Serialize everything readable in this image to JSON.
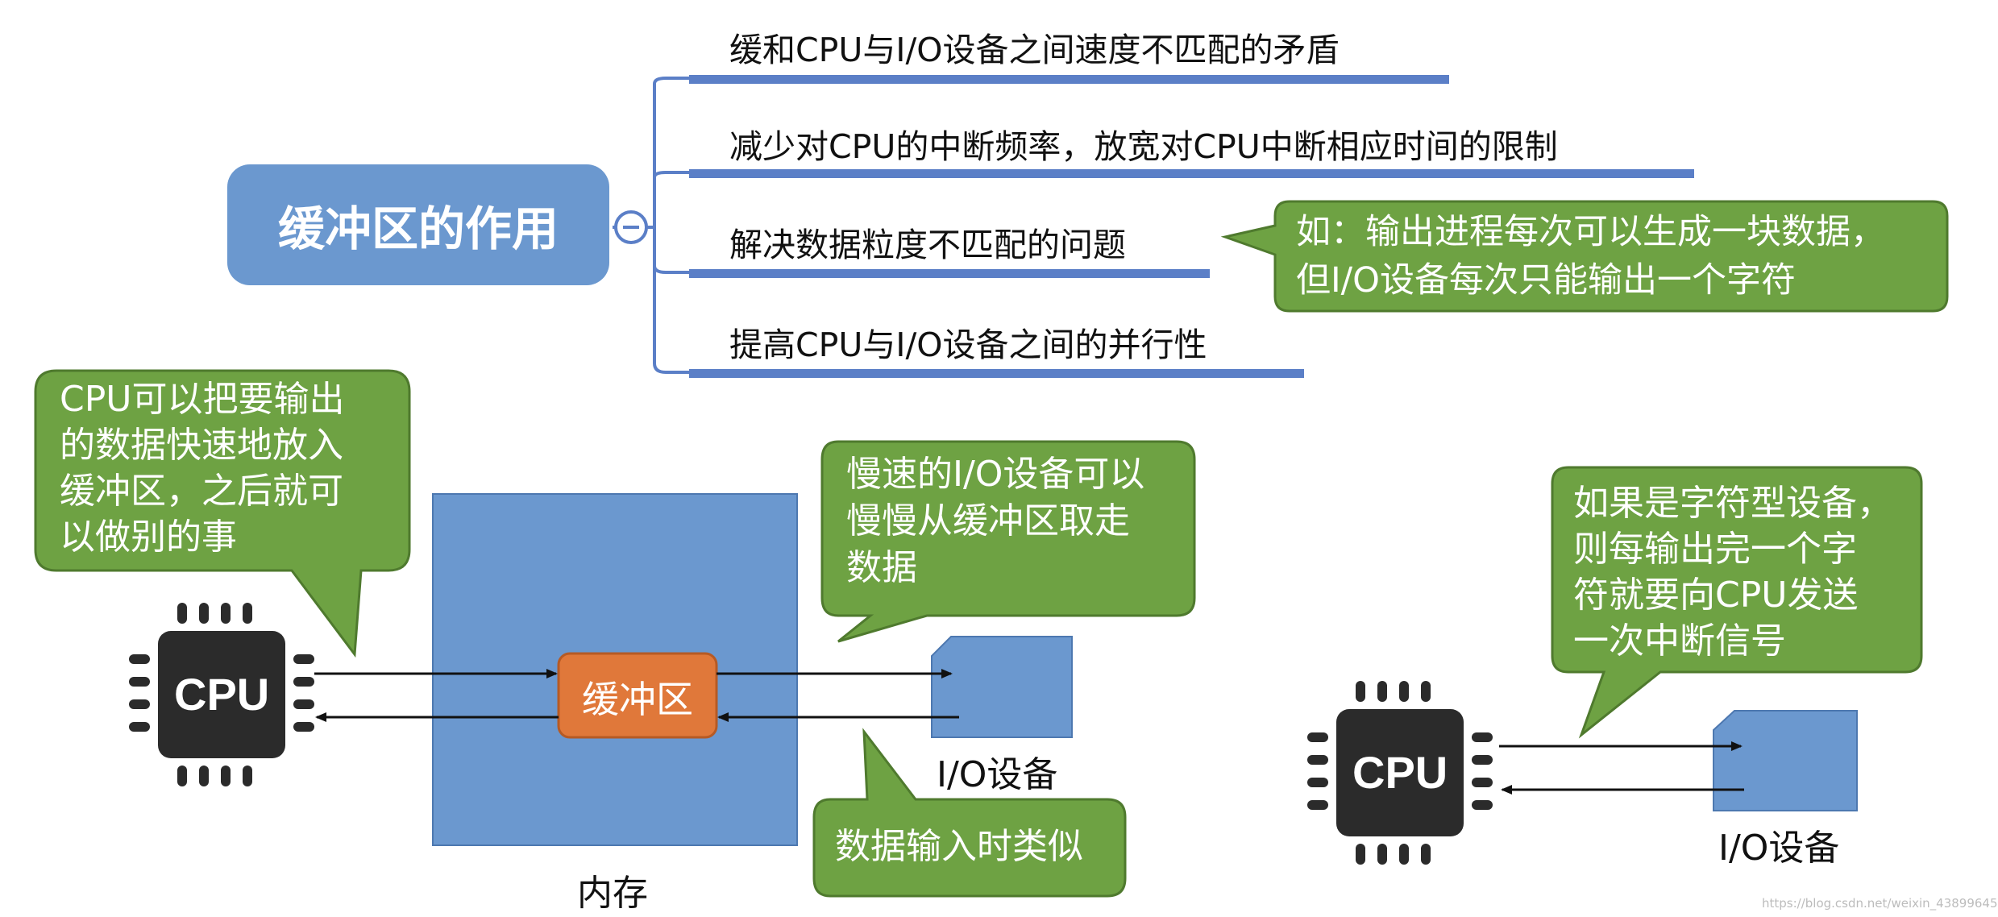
{
  "mindmap": {
    "root_label": "缓冲区的作用",
    "branches": [
      "缓和CPU与I/O设备之间速度不匹配的矛盾",
      "减少对CPU的中断频率，放宽对CPU中断相应时间的限制",
      "解决数据粒度不匹配的问题",
      "提高CPU与I/O设备之间的并行性"
    ],
    "note": "如：输出进程每次可以生成一块数据，\n但I/O设备每次只能输出一个字符"
  },
  "left_diagram": {
    "cpu_label": "CPU",
    "cpu_note": "CPU可以把要输出\n的数据快速地放入\n缓冲区，之后就可\n以做别的事",
    "buffer_label": "缓冲区",
    "memory_label": "内存",
    "io_note": "慢速的I/O设备可以\n慢慢从缓冲区取走\n数据",
    "io_label": "I/O设备",
    "input_note": "数据输入时类似"
  },
  "right_diagram": {
    "cpu_label": "CPU",
    "note": "如果是字符型设备，\n则每输出完一个字\n符就要向CPU发送\n一次中断信号",
    "io_label": "I/O设备"
  },
  "watermark": "https://blog.csdn.net/weixin_43899645",
  "colors": {
    "node_blue": "#6b98cf",
    "bar_blue": "#5b7fc7",
    "bubble_green": "#6ea243",
    "bubble_border": "#4f7a2e",
    "buffer_orange": "#e0783a",
    "memory_blue": "#6b98cf",
    "chip_dark": "#2b2b2b"
  }
}
